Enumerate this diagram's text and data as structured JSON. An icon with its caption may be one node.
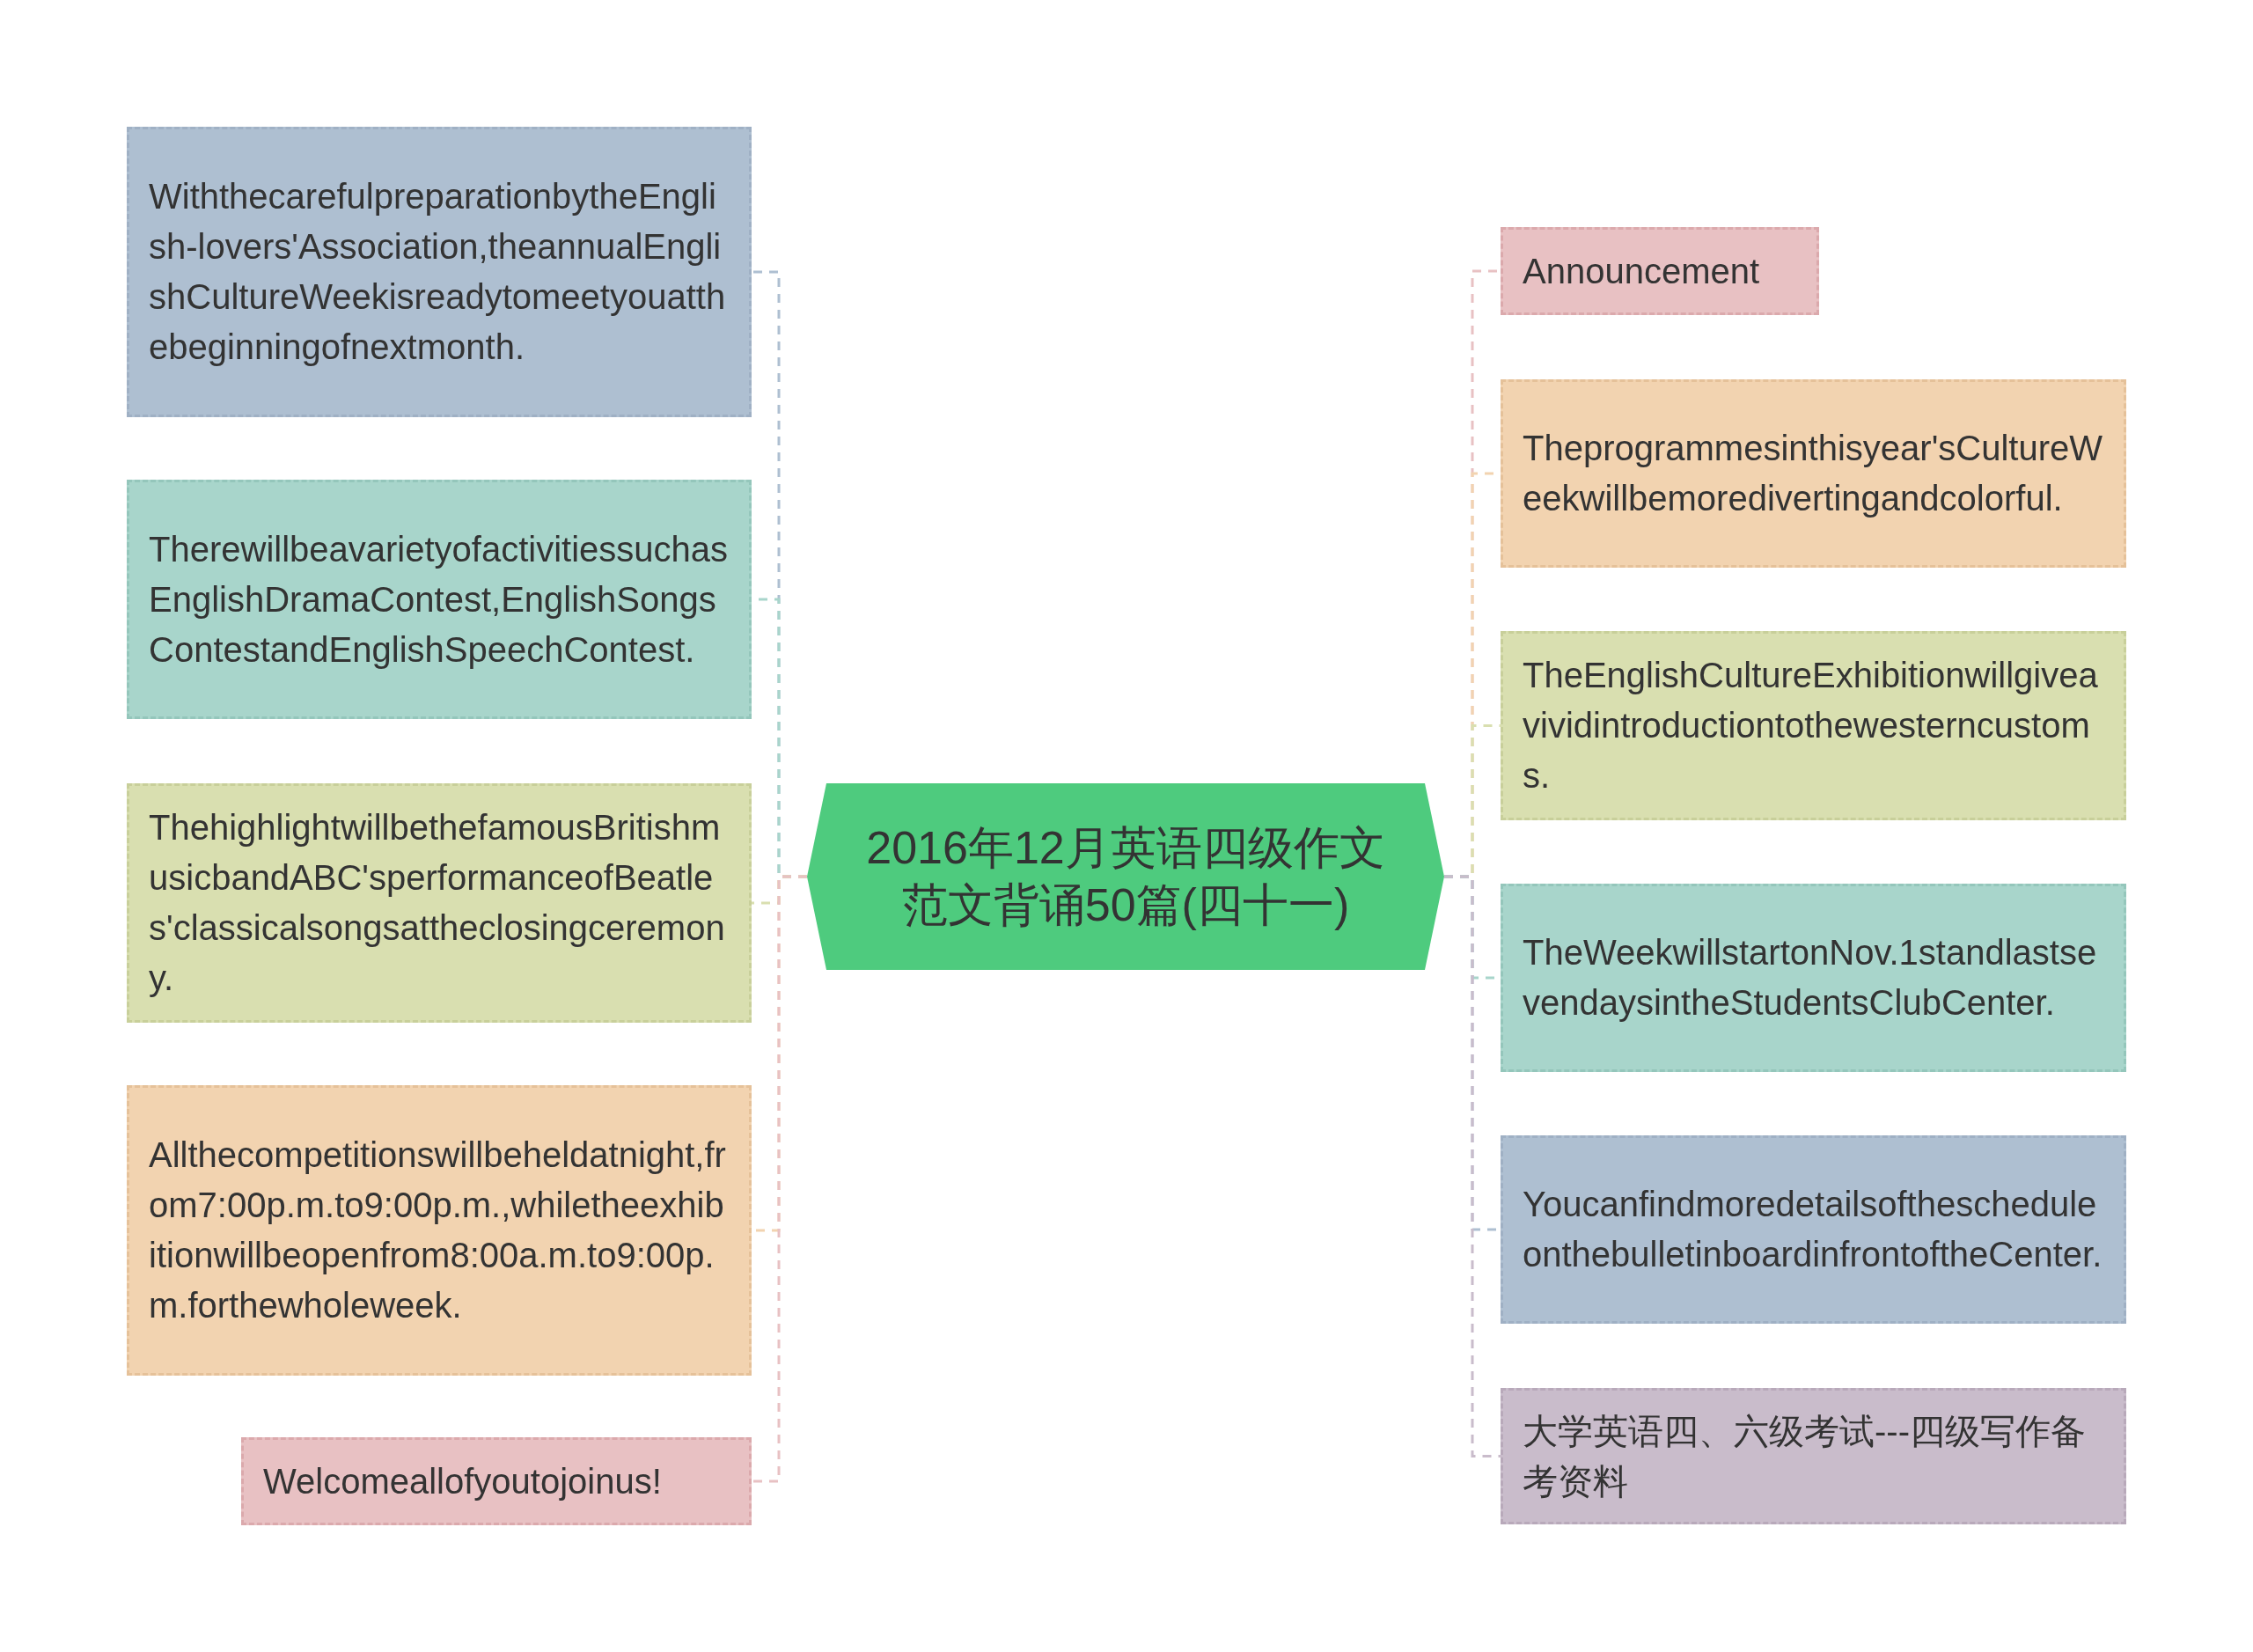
{
  "diagram": {
    "nodes": [
      {
        "text": [
          "2016年12月英语四级作文范文背诵50篇(四十一)"
        ]
      },
      {
        "text": [
          "WiththecarefulpreparationbytheEnglish-lovers'Association,theannualEnglishCultureWeekisreadytomeetyouatthebeginningofnextmonth."
        ]
      },
      {
        "text": [
          "TherewillbeavarietyofactivitiessuchasEnglishDramaContest,EnglishSongsContestandEnglishSpeechContest."
        ]
      },
      {
        "text": [
          "ThehighlightwillbethefamousBritishmusicbandABC'sperformanceofBeatles'classicalsongsattheclosingceremony."
        ]
      },
      {
        "text": [
          "Allthecompetitionswillbeheldatnight,from7:00p.m.to9:00p.m.,whiletheexhibitionwillbeopenfrom8:00a.m.to9:00p.m.forthewholeweek."
        ]
      },
      {
        "text": [
          "Welcomeallofyoutojoinus!"
        ]
      },
      {
        "text": [
          "Announcement"
        ]
      },
      {
        "text": [
          "Theprogrammesinthisyear'sCultureWeekwillbemoredivertingandcolorful."
        ]
      },
      {
        "text": [
          "TheEnglishCultureExhibitionwillgiveavividintroductiontothewesterncustoms."
        ]
      },
      {
        "text": [
          "TheWeekwillstartonNov.1standlastsevendaysintheStudentsClubCenter."
        ]
      },
      {
        "text": [
          "YoucanfindmoredetailsofthescheduleonthebulletinboardinfrontoftheCenter."
        ]
      },
      {
        "text": [
          "大学英语四、六级考试---四级写作备考资料"
        ]
      }
    ],
    "edges": [
      {
        "from": 0,
        "to": 1,
        "arrow": "none",
        "style": "dashed",
        "color": "#aebfd1"
      },
      {
        "from": 0,
        "to": 2,
        "arrow": "none",
        "style": "dashed",
        "color": "#a8d5cb"
      },
      {
        "from": 0,
        "to": 3,
        "arrow": "none",
        "style": "dashed",
        "color": "#d9dfb0"
      },
      {
        "from": 0,
        "to": 4,
        "arrow": "none",
        "style": "dashed",
        "color": "#f2d3b0"
      },
      {
        "from": 0,
        "to": 5,
        "arrow": "none",
        "style": "dashed",
        "color": "#e8c1c3"
      },
      {
        "from": 0,
        "to": 6,
        "arrow": "none",
        "style": "dashed",
        "color": "#e8c1c3"
      },
      {
        "from": 0,
        "to": 7,
        "arrow": "none",
        "style": "dashed",
        "color": "#f2d3b0"
      },
      {
        "from": 0,
        "to": 8,
        "arrow": "none",
        "style": "dashed",
        "color": "#d9dfb0"
      },
      {
        "from": 0,
        "to": 9,
        "arrow": "none",
        "style": "dashed",
        "color": "#a8d5cb"
      },
      {
        "from": 0,
        "to": 10,
        "arrow": "none",
        "style": "dashed",
        "color": "#aebfd1"
      },
      {
        "from": 0,
        "to": 11,
        "arrow": "none",
        "style": "dashed",
        "color": "#c9bccb"
      }
    ]
  }
}
